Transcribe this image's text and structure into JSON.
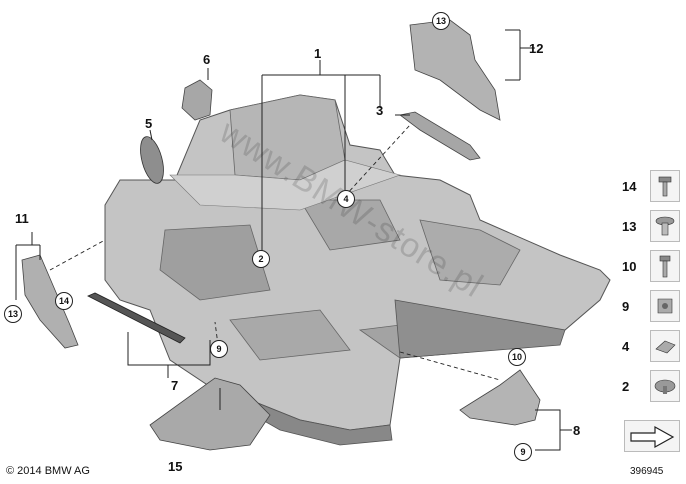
{
  "callouts": {
    "c1": "1",
    "c3": "3",
    "c5": "5",
    "c6": "6",
    "c7": "7",
    "c8": "8",
    "c11": "11",
    "c12": "12",
    "c15": "15",
    "r2": "2",
    "r4": "4",
    "r9a": "9",
    "r9b": "9",
    "r10": "10",
    "r13a": "13",
    "r13b": "13",
    "r14": "14"
  },
  "legend": {
    "items": [
      {
        "num": "14",
        "icon": "screw-icon"
      },
      {
        "num": "13",
        "icon": "expanding-rivet-icon"
      },
      {
        "num": "10",
        "icon": "bolt-icon"
      },
      {
        "num": "9",
        "icon": "clip-nut-icon"
      },
      {
        "num": "4",
        "icon": "clamp-clip-icon"
      },
      {
        "num": "2",
        "icon": "plug-icon"
      },
      {
        "num": "",
        "icon": "arrow-icon"
      }
    ]
  },
  "footer": {
    "copyright": "© 2014 BMW AG",
    "doc_id": "396945"
  },
  "watermark": "www.BMW-store.pl",
  "colors": {
    "part_fill": "#bdbdbd",
    "part_shadow": "#8f8f8f",
    "part_light": "#d8d8d8",
    "line": "#222222"
  }
}
